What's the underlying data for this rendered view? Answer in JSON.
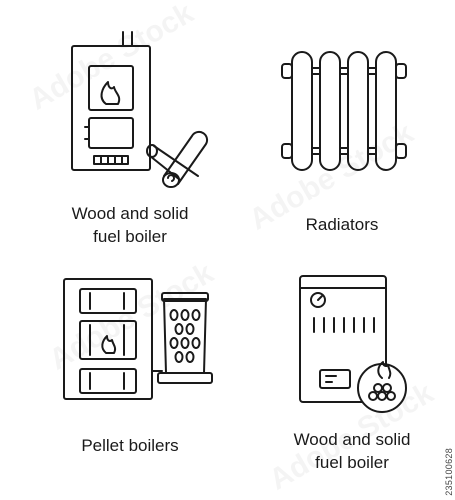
{
  "icons": [
    {
      "name": "wood-solid-fuel-boiler-icon",
      "caption_lines": [
        "Wood and solid",
        "fuel boiler"
      ]
    },
    {
      "name": "radiator-icon",
      "caption_lines": [
        "Radiators"
      ]
    },
    {
      "name": "pellet-boiler-icon",
      "caption_lines": [
        "Pellet boilers"
      ]
    },
    {
      "name": "wall-boiler-icon",
      "caption_lines": [
        "Wood and solid",
        "fuel boiler"
      ]
    }
  ],
  "stock_id": "235100628",
  "colors": {
    "stroke": "#1a1a1a",
    "background": "#ffffff"
  }
}
